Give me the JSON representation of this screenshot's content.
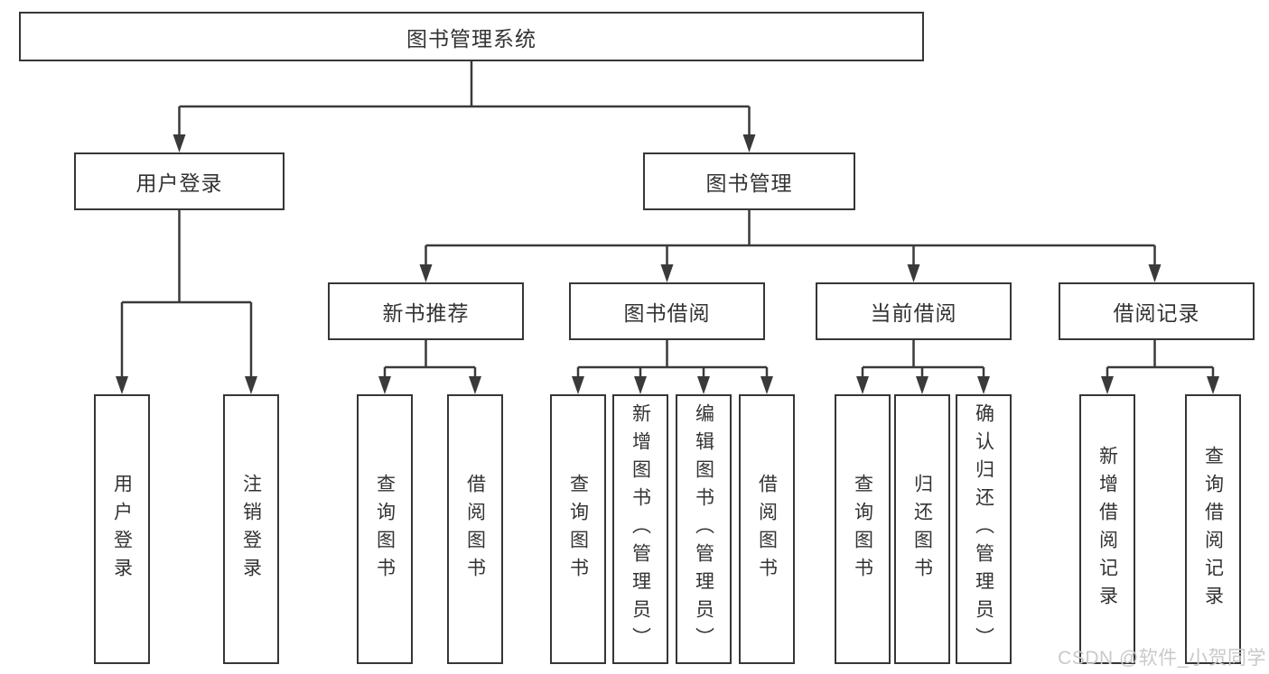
{
  "diagram_title": "图书管理系统",
  "tree": {
    "root": {
      "label": "图书管理系统"
    },
    "branches": [
      {
        "label": "用户登录",
        "children": [
          {
            "label": "用户登录"
          },
          {
            "label": "注销登录"
          }
        ]
      },
      {
        "label": "图书管理",
        "children": [
          {
            "label": "新书推荐",
            "children": [
              {
                "label": "查询图书"
              },
              {
                "label": "借阅图书"
              }
            ]
          },
          {
            "label": "图书借阅",
            "children": [
              {
                "label": "查询图书"
              },
              {
                "label": "新增图书（管理员）"
              },
              {
                "label": "编辑图书（管理员）"
              },
              {
                "label": "借阅图书"
              }
            ]
          },
          {
            "label": "当前借阅",
            "children": [
              {
                "label": "查询图书"
              },
              {
                "label": "归还图书"
              },
              {
                "label": "确认归还（管理员）"
              }
            ]
          },
          {
            "label": "借阅记录",
            "children": [
              {
                "label": "新增借阅记录"
              },
              {
                "label": "查询借阅记录"
              }
            ]
          }
        ]
      }
    ]
  },
  "watermark": {
    "text": "CSDN @软件_小贺同学"
  },
  "colors": {
    "line": "#3a3a3a",
    "box_border": "#363636",
    "text": "#333333",
    "watermark": "#c9c9c9",
    "background": "#ffffff"
  }
}
